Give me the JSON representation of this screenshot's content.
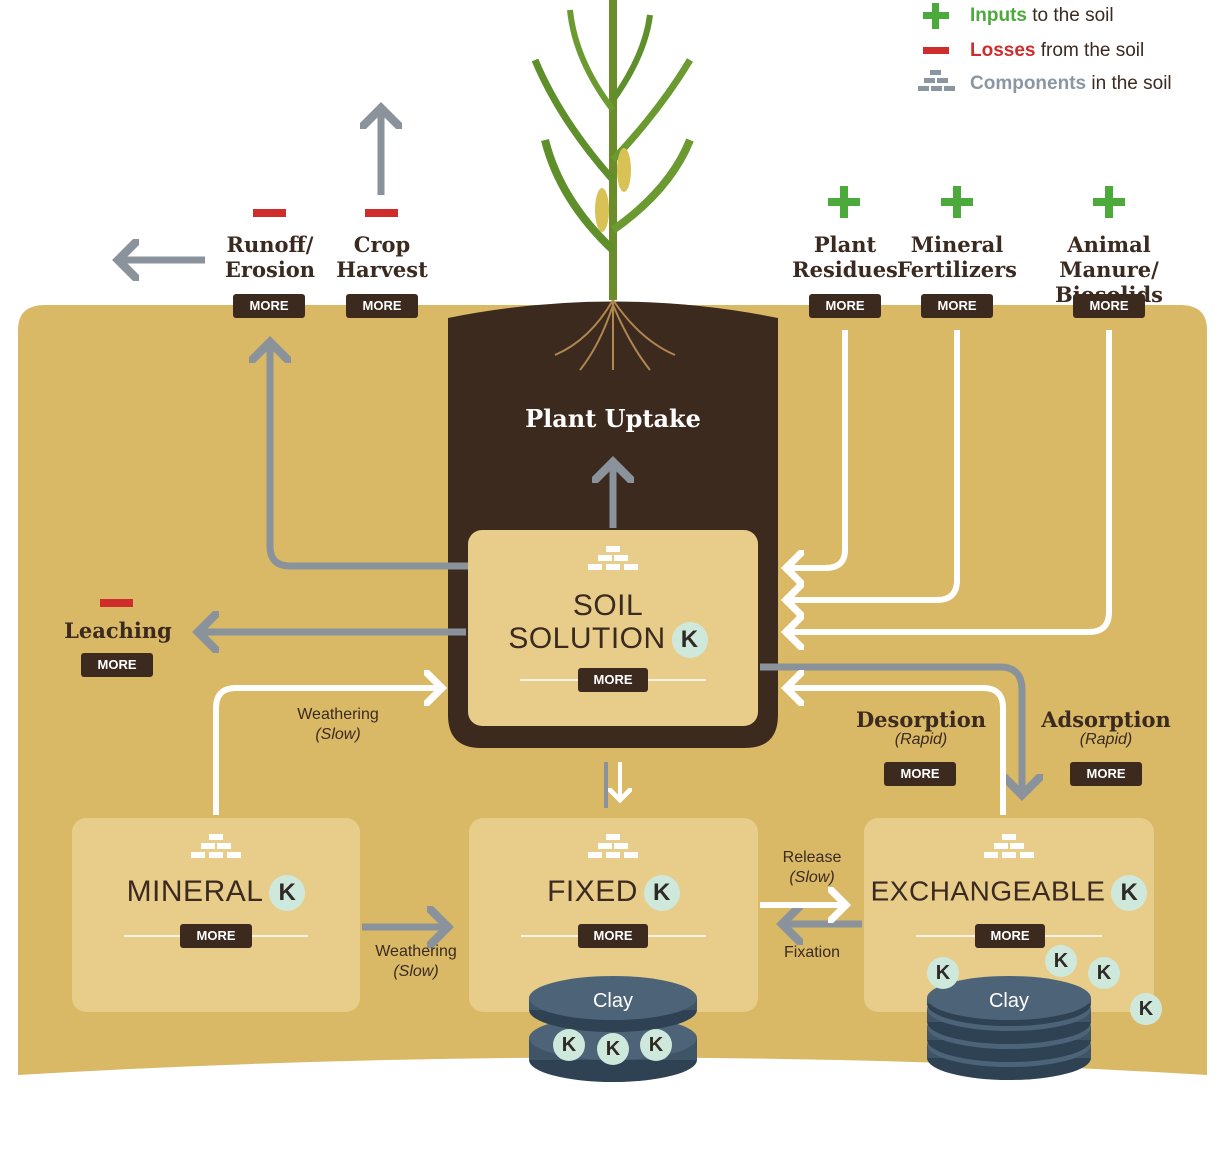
{
  "legend": {
    "inputs": {
      "word": "Inputs",
      "rest": "to the soil",
      "color": "#4caa3c"
    },
    "losses": {
      "word": "Losses",
      "rest": "from the soil",
      "color": "#cf2c2c"
    },
    "components": {
      "word": "Components",
      "rest": "in the soil",
      "color": "#8a97a3"
    }
  },
  "losses": {
    "runoff": {
      "line1": "Runoff/",
      "line2": "Erosion",
      "more": "MORE"
    },
    "harvest": {
      "line1": "Crop",
      "line2": "Harvest",
      "more": "MORE"
    },
    "leaching": {
      "label": "Leaching",
      "more": "MORE"
    }
  },
  "inputs": {
    "residues": {
      "line1": "Plant",
      "line2": "Residues",
      "more": "MORE"
    },
    "fertilizers": {
      "line1": "Mineral",
      "line2": "Fertilizers",
      "more": "MORE"
    },
    "manure": {
      "line1": "Animal Manure/",
      "line2": "Biosolids",
      "more": "MORE"
    }
  },
  "plant_uptake": "Plant Uptake",
  "soil_solution": {
    "line1": "SOIL",
    "line2": "SOLUTION",
    "k": "K",
    "more": "MORE"
  },
  "mineral": {
    "title": "MINERAL",
    "k": "K",
    "more": "MORE"
  },
  "fixed": {
    "title": "FIXED",
    "k": "K",
    "more": "MORE"
  },
  "exchangeable": {
    "title": "EXCHANGEABLE",
    "k": "K",
    "more": "MORE"
  },
  "processes": {
    "weathering_top": {
      "label": "Weathering",
      "rate": "(Slow)"
    },
    "weathering_bottom": {
      "label": "Weathering",
      "rate": "(Slow)"
    },
    "release": {
      "label": "Release",
      "rate": "(Slow)"
    },
    "fixation": {
      "label": "Fixation"
    },
    "desorption": {
      "label": "Desorption",
      "rate": "(Rapid)",
      "more": "MORE"
    },
    "adsorption": {
      "label": "Adsorption",
      "rate": "(Rapid)",
      "more": "MORE"
    }
  },
  "clay": {
    "label": "Clay",
    "k": "K"
  },
  "colors": {
    "soil": "#d9b866",
    "box": "#e8cc8a",
    "dark": "#3d2a1f",
    "arrow_gray": "#8a939c",
    "input_green": "#4caa3c",
    "loss_red": "#cf2c2c"
  }
}
